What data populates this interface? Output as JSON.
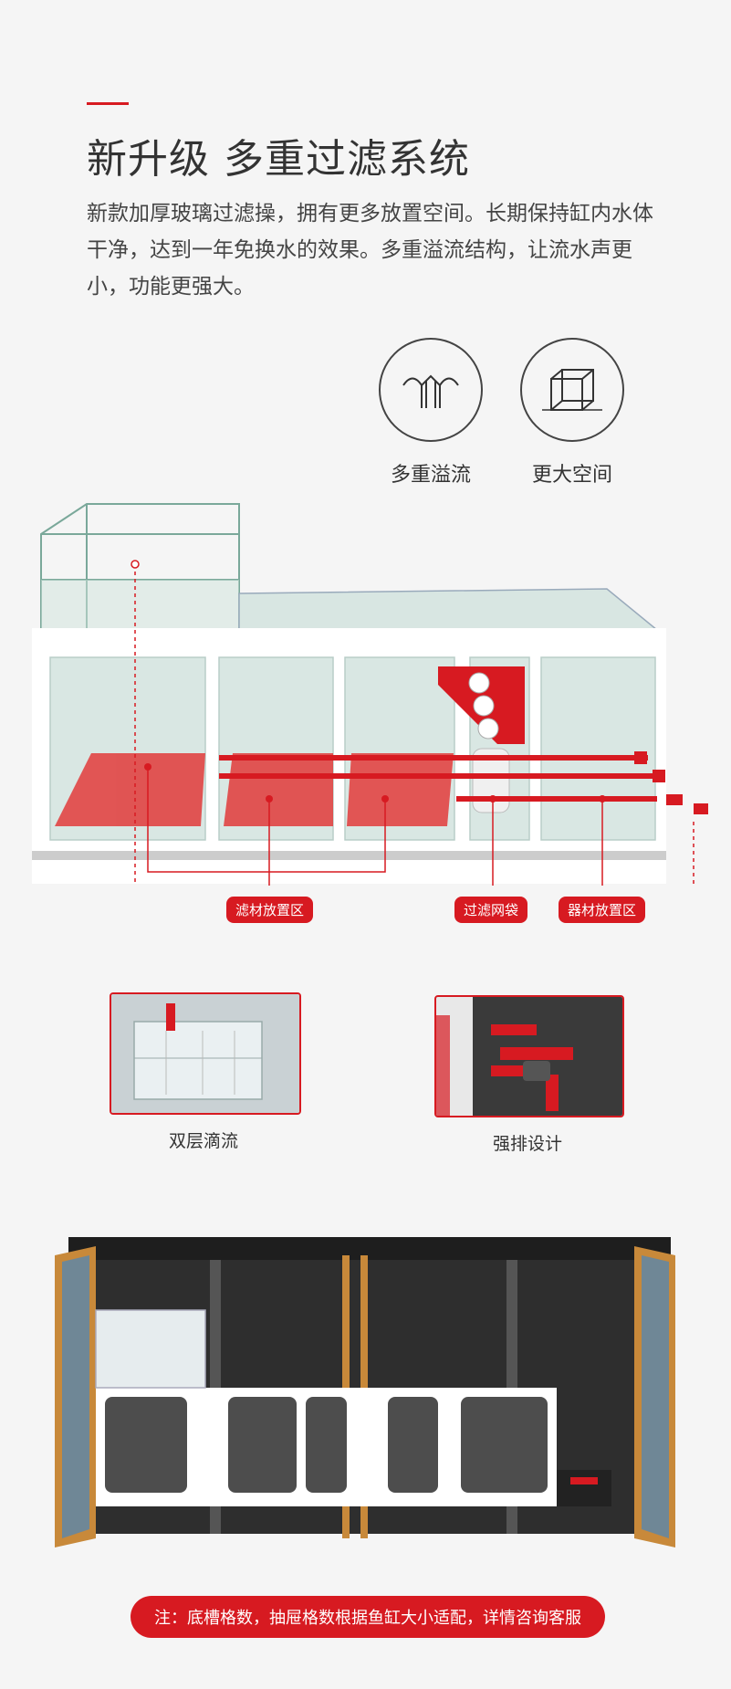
{
  "header": {
    "title": "新升级 多重过滤系统",
    "description": "新款加厚玻璃过滤操，拥有更多放置空间。长期保持缸内水体干净，达到一年免换水的效果。多重溢流结构，让流水声更小，功能更强大。"
  },
  "features": [
    {
      "label": "多重溢流",
      "icon": "overflow-icon"
    },
    {
      "label": "更大空间",
      "icon": "cube-icon"
    }
  ],
  "diagram": {
    "tags": {
      "filter_media": "滤材放置区",
      "filter_bag": "过滤网袋",
      "equipment": "器材放置区"
    }
  },
  "details": [
    {
      "caption": "双层滴流"
    },
    {
      "caption": "强排设计"
    }
  ],
  "note": "注：底槽格数，抽屉格数根据鱼缸大小适配，详情咨询客服",
  "colors": {
    "accent": "#d71a21",
    "background": "#f5f5f5",
    "cabinet": "#2a2a2a",
    "wood": "#c8893a"
  }
}
